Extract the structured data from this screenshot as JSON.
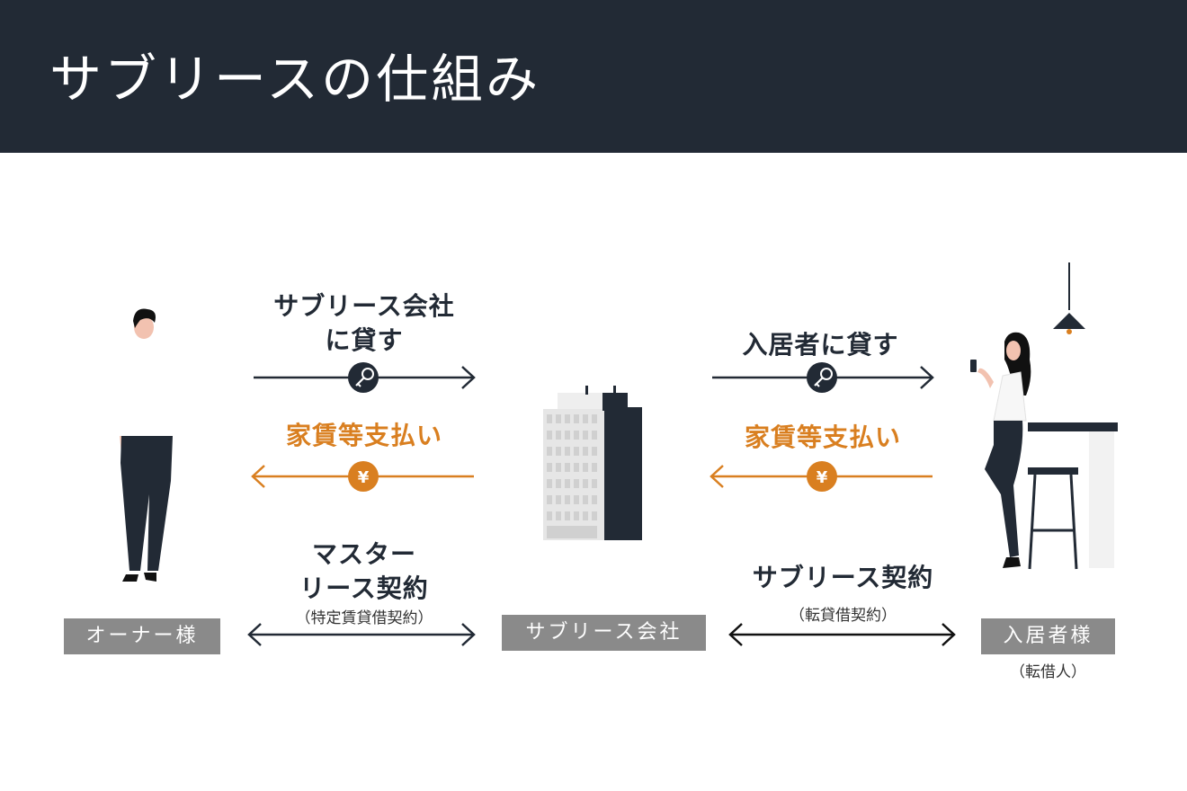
{
  "header": {
    "title": "サブリースの仕組み"
  },
  "colors": {
    "header_bg": "#222a35",
    "dark": "#222a35",
    "accent": "#d97f20",
    "tag_bg": "#8a8a8a"
  },
  "left": {
    "top_label": [
      "サブリース会社",
      "に貸す"
    ],
    "pay_label": "家賃等支払い",
    "contract_label": [
      "マスター",
      "リース契約"
    ],
    "contract_sub": "（特定賃貸借契約）"
  },
  "right": {
    "top_label": "入居者に貸す",
    "pay_label": "家賃等支払い",
    "contract_label": "サブリース契約",
    "contract_sub": "（転貸借契約）"
  },
  "parties": {
    "owner": "オーナー様",
    "company": "サブリース会社",
    "tenant": "入居者様",
    "tenant_sub": "（転借人）"
  },
  "icons": {
    "key": "key-icon",
    "yen": "yen-icon"
  },
  "yen_symbol": "¥"
}
